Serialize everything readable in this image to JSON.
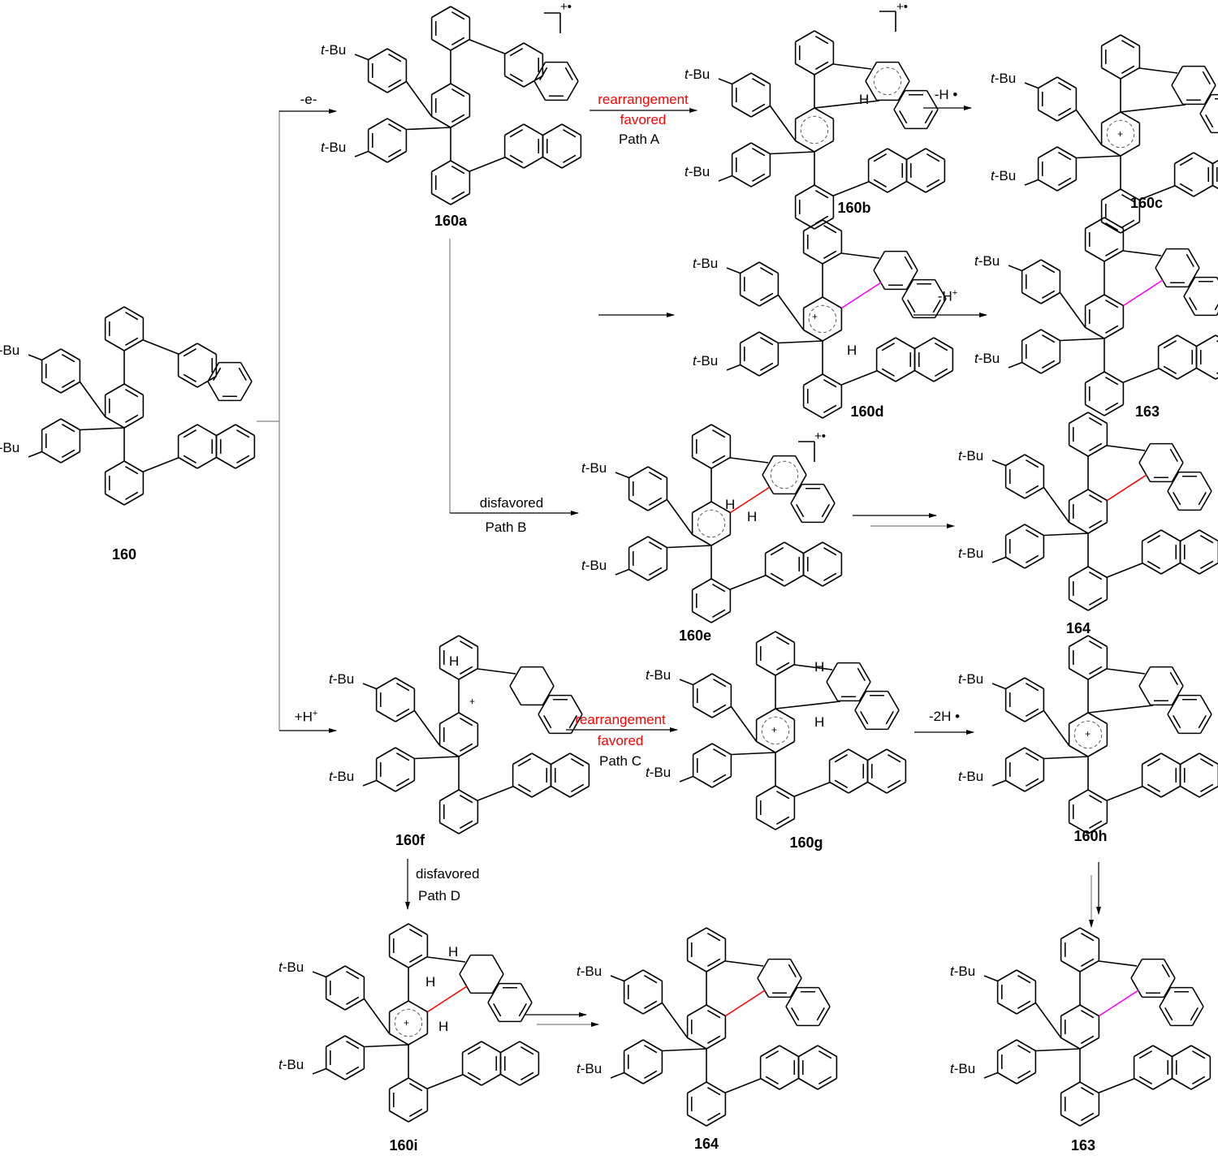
{
  "colors": {
    "line": "#000000",
    "arrow_gray": "#808080",
    "new_bond_red": "#ff0000",
    "new_bond_magenta": "#ff00ff",
    "favored_text": "#ff0000",
    "dashed_ring": "#555555"
  },
  "substituent": {
    "t": "t",
    "bu": "-Bu"
  },
  "compounds": {
    "c160": "160",
    "c160a": "160a",
    "c160b": "160b",
    "c160c": "160c",
    "c160d": "160d",
    "c163_top": "163",
    "c160e": "160e",
    "c164_mid": "164",
    "c160f": "160f",
    "c160g": "160g",
    "c160h": "160h",
    "c160i": "160i",
    "c164_bot": "164",
    "c163_bot": "163"
  },
  "charges": {
    "radical_cation": "+•",
    "plus": "+",
    "h": "H"
  },
  "arrows": {
    "oxidation": "-e-",
    "protonation": {
      "main": "+H",
      "sup": "+"
    },
    "pathA": {
      "line1": "rearrangement",
      "line2": "favored",
      "line3": "Path A"
    },
    "minusH_radical": "-H •",
    "minusH_plus": {
      "main": "-H",
      "sup": "+"
    },
    "pathB": {
      "line1": "disfavored",
      "line2": "Path B"
    },
    "pathC": {
      "line1": "rearrangement",
      "line2": "favored",
      "line3": "Path C"
    },
    "minus2H_radical": "-2H •",
    "pathD": {
      "line1": "disfavored",
      "line2": "Path D"
    }
  }
}
